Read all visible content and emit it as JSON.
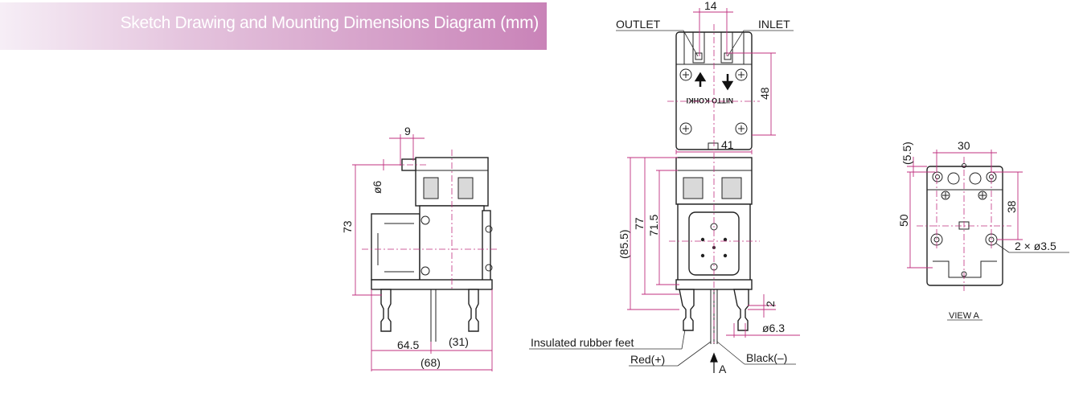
{
  "header": {
    "title": "Sketch Drawing and Mounting Dimensions Diagram (mm)",
    "color_from": "#f6eef6",
    "color_to": "#c983b8"
  },
  "side_view": {
    "dim_top": "9",
    "dim_diameter": "ø6",
    "dim_height": "73",
    "dim_left": "64.5",
    "dim_right": "(31)",
    "dim_total": "(68)"
  },
  "top_view": {
    "outlet_label": "OUTLET",
    "inlet_label": "INLET",
    "dim_port_spacing": "14",
    "dim_height": "48",
    "dim_width": "41",
    "brand": "NITTO KOHKI"
  },
  "front_view": {
    "dim_overall": "(85.5)",
    "dim_body": "77",
    "dim_to_mount": "71.5",
    "dim_foot": "2",
    "dim_foot_diameter": "ø6.3",
    "label_feet": "Insulated rubber feet",
    "label_red": "Red(+)",
    "label_black": "Black(–)",
    "label_arrow": "A"
  },
  "view_a": {
    "dim_top": "(5.5)",
    "dim_width": "30",
    "dim_height": "50",
    "dim_holes_spacing": "38",
    "dim_holes": "2 × ø3.5",
    "caption": "VIEW A"
  },
  "colors": {
    "dimension_line": "#c0307f",
    "outline": "#222222"
  }
}
